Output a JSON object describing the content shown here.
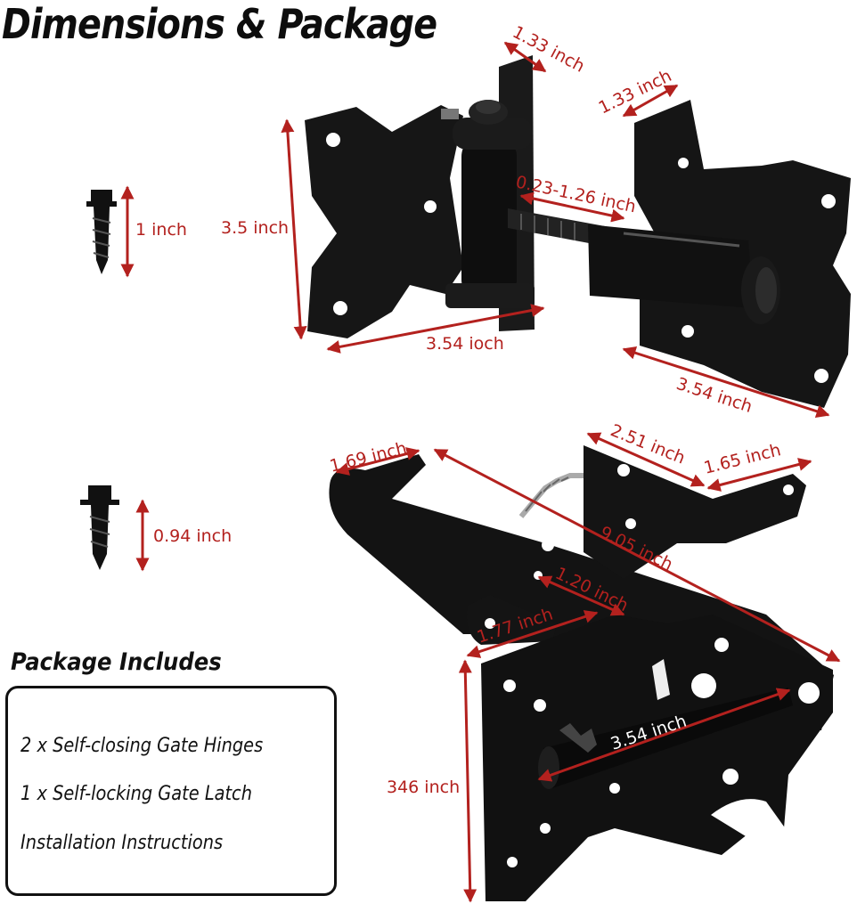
{
  "title": "Dimensions & Package",
  "colors": {
    "dimension": "#b3211e",
    "hardware": "#111111",
    "text": "#111111"
  },
  "screw_dims": {
    "large_screw": "1 inch",
    "small_screw": "0.94 inch"
  },
  "hinge_dims": {
    "height": "3.5 inch",
    "leaf_top_left": "1.33 inch",
    "leaf_top_right": "1.33 inch",
    "bolt_range": "0.23-1.26 inch",
    "width_left": "3.54 ioch",
    "width_right": "3.54 inch"
  },
  "latch_dims": {
    "arm_end": "1.69 inch",
    "plate_top": "2.51 inch",
    "plate_right": "1.65 inch",
    "overall_length": "9.05 inch",
    "slot_width": "1.20 inch",
    "tab_width": "1.77 inch",
    "plate_height": "346 inch",
    "bar_length": "3.54 inch"
  },
  "package": {
    "heading": "Package Includes",
    "items": [
      "2 x Self-closing Gate Hinges",
      "1 x Self-locking Gate Latch",
      "Installation Instructions"
    ]
  }
}
